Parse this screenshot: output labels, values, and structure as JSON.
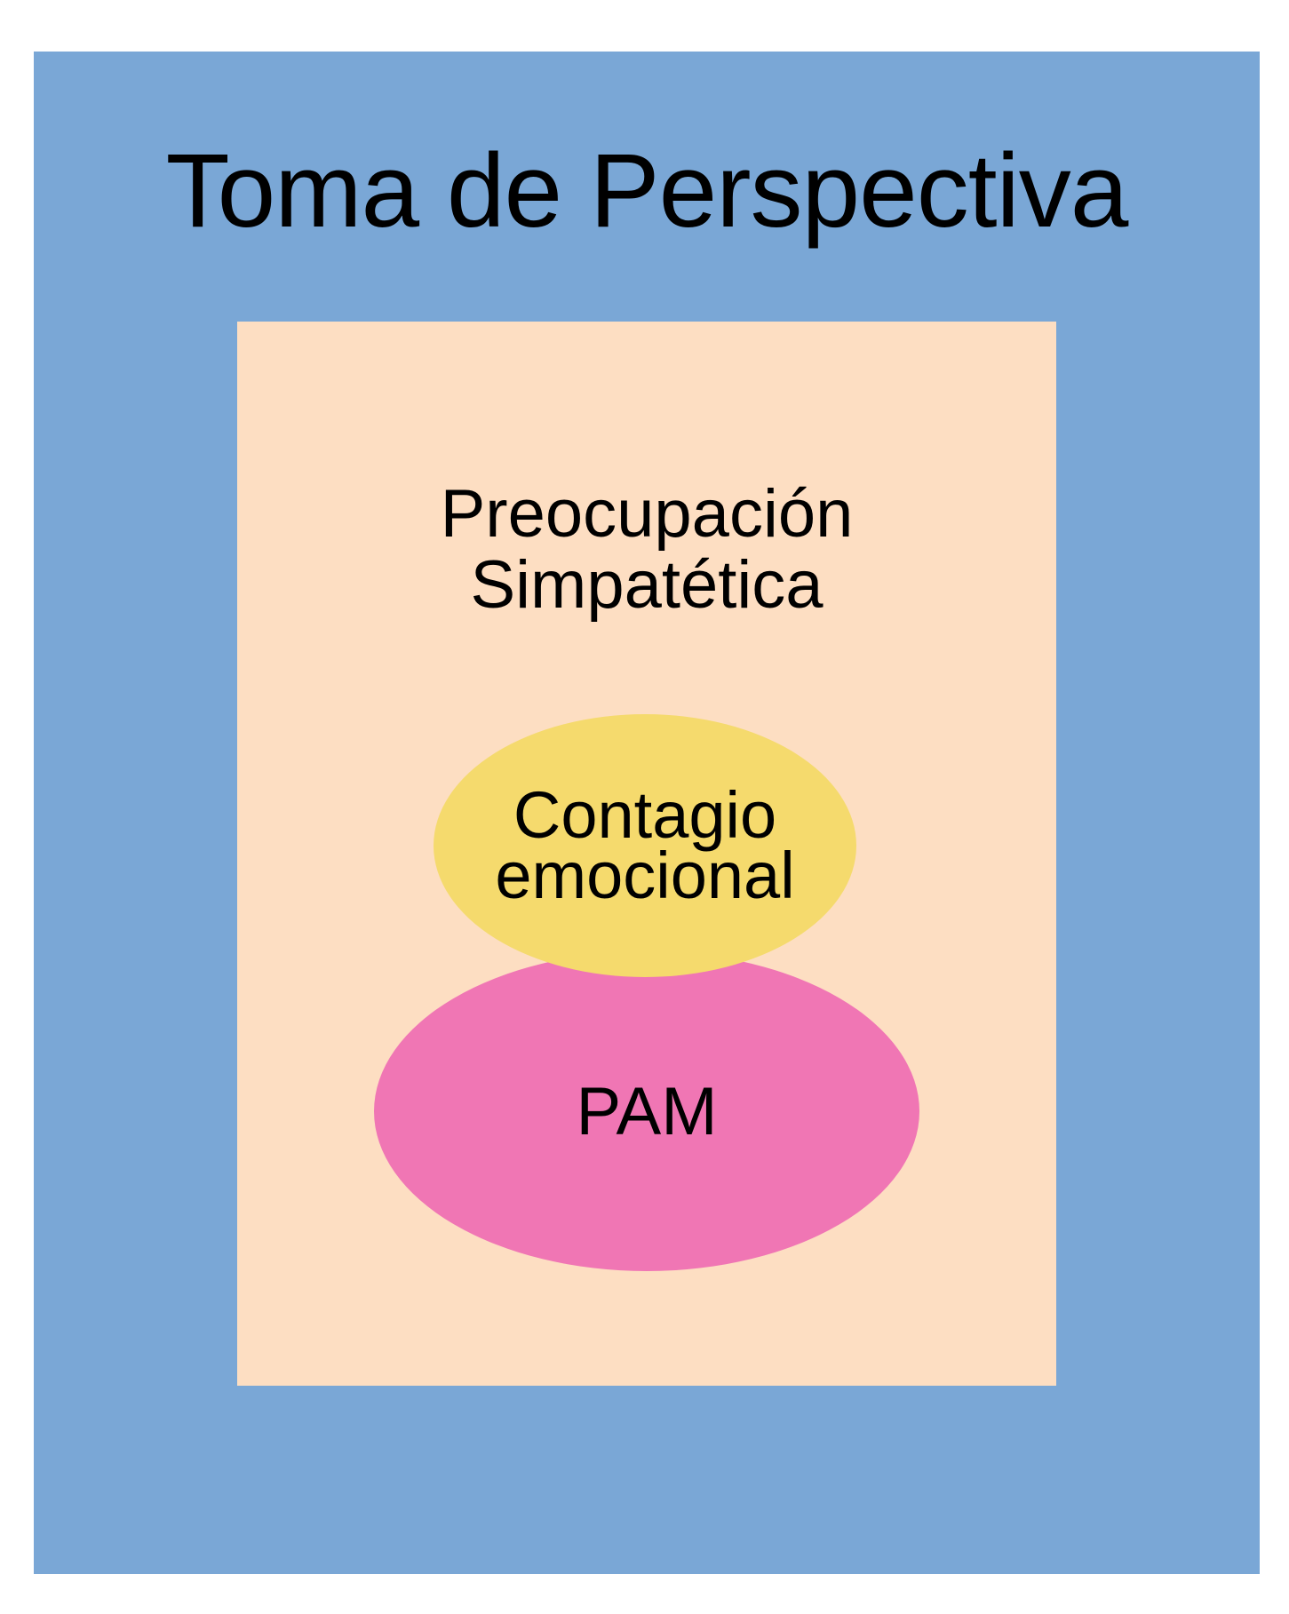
{
  "title": "Toma de Perspectiva",
  "inner_box": {
    "label_line1": "Preocupación",
    "label_line2": "Simpatética"
  },
  "top_ellipse": {
    "label_line1": "Contagio",
    "label_line2": "emocional"
  },
  "bottom_ellipse": {
    "label": "PAM"
  },
  "colors": {
    "outer": "#7aa7d6",
    "inner": "#fddec2",
    "top_ellipse": "#f5da6d",
    "bottom_ellipse": "#f076b4"
  }
}
